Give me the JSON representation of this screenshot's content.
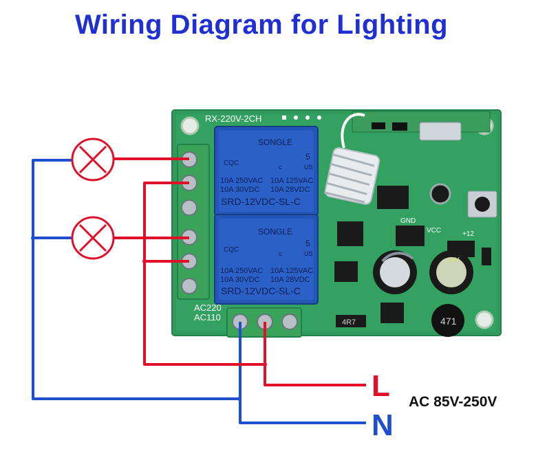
{
  "title": "Wiring Diagram for Lighting",
  "board": {
    "model_label": "RX-220V-2CH",
    "input_labels": [
      "AC220",
      "AC110"
    ],
    "pin_labels": {
      "gnd": "GND",
      "vcc": "VCC",
      "plus12": "+12"
    },
    "inductor_label": "471",
    "resistor_label": "4R7",
    "cap_label": "10V"
  },
  "relays": [
    {
      "brand": "SONGLE",
      "ratings": [
        "10A 250VAC",
        "10A 125VAC",
        "10A 30VDC",
        "10A 28VDC"
      ],
      "model": "SRD-12VDC-SL-C",
      "cert_marks": [
        "CQC",
        "c",
        "US"
      ],
      "num": "5"
    },
    {
      "brand": "SONGLE",
      "ratings": [
        "10A 250VAC",
        "10A 125VAC",
        "10A 30VDC",
        "10A 28VDC"
      ],
      "model": "SRD-12VDC-SL-C",
      "cert_marks": [
        "CQC",
        "c",
        "US"
      ],
      "num": "5"
    }
  ],
  "mains": {
    "live": "L",
    "neutral": "N",
    "voltage": "AC 85V-250V"
  },
  "colors": {
    "title": "#1f2fd1",
    "live_wire": "#e0102a",
    "neutral_wire": "#1f4fd0",
    "pcb": "#2f9a5a",
    "relay": "#2456b8",
    "terminal": "#3aa35a",
    "lamp": "#e0102a"
  }
}
